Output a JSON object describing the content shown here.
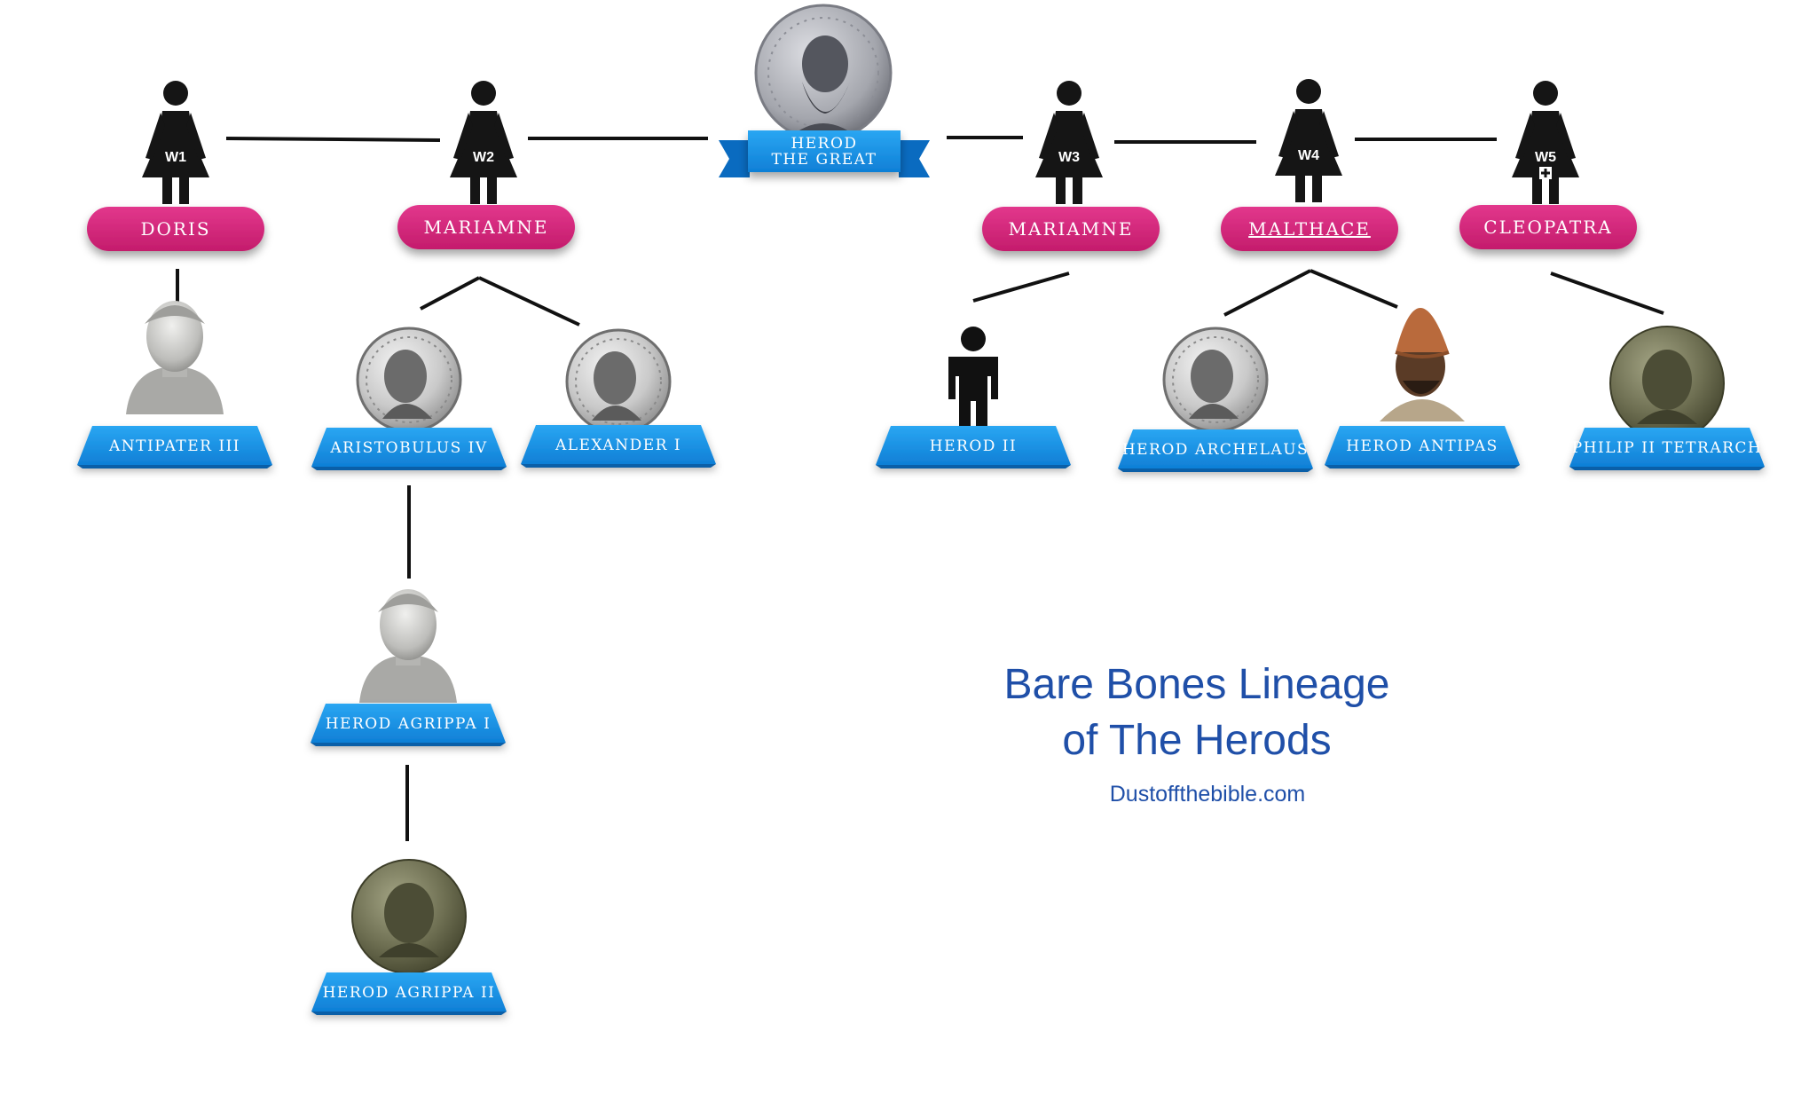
{
  "ruler": {
    "name": "HEROD THE GREAT",
    "name_line1": "HEROD",
    "name_line2": "THE GREAT"
  },
  "wives": [
    {
      "code": "W1",
      "name": "DORIS"
    },
    {
      "code": "W2",
      "name": "MARIAMNE"
    },
    {
      "code": "W3",
      "name": "MARIAMNE"
    },
    {
      "code": "W4",
      "name": "MALTHACE"
    },
    {
      "code": "W5",
      "name": "CLEOPATRA"
    }
  ],
  "descendants": [
    {
      "name": "ANTIPATER III",
      "portrait": "marble-bust"
    },
    {
      "name": "ARISTOBULUS IV",
      "portrait": "silver-coin"
    },
    {
      "name": "ALEXANDER I",
      "portrait": "silver-coin"
    },
    {
      "name": "HEROD II",
      "portrait": "person-silhouette"
    },
    {
      "name": "HEROD ARCHELAUS",
      "portrait": "silver-coin"
    },
    {
      "name": "HEROD ANTIPAS",
      "portrait": "painted-portrait"
    },
    {
      "name": "PHILIP II TETRARCH",
      "portrait": "bronze-coin"
    },
    {
      "name": "HEROD AGRIPPA I",
      "portrait": "marble-bust"
    },
    {
      "name": "HEROD AGRIPPA II",
      "portrait": "bronze-coin"
    }
  ],
  "title": {
    "line1": "Bare Bones Lineage",
    "line2": "of The Herods"
  },
  "site": "Dustoffthebible.com",
  "colors": {
    "pill": "#d6277d",
    "ribbon": "#1591e6",
    "ribbon_dark": "#0a5fa8",
    "line": "#111111",
    "title": "#1f4fa8"
  }
}
